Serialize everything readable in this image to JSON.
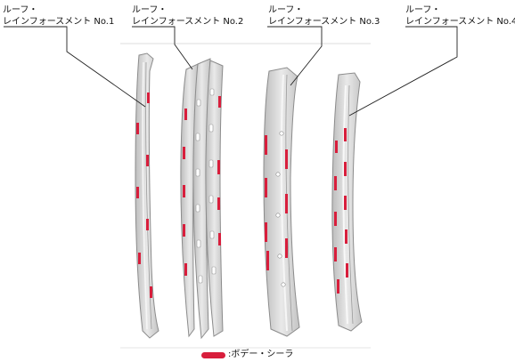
{
  "labels": [
    {
      "line1": "ルーフ・",
      "line2": "レインフォースメント No.1"
    },
    {
      "line1": "ルーフ・",
      "line2": "レインフォースメント No.2"
    },
    {
      "line1": "ルーフ・",
      "line2": "レインフォースメント No.3"
    },
    {
      "line1": "ルーフ・",
      "line2": "レインフォースメント No.4"
    }
  ],
  "legend": {
    "text": ":ボデー・シーラ"
  },
  "colors": {
    "sealer": "#d81e3c",
    "part": "#d4d4d4",
    "part_edge": "#8c8c8c",
    "leader": "#222222"
  }
}
